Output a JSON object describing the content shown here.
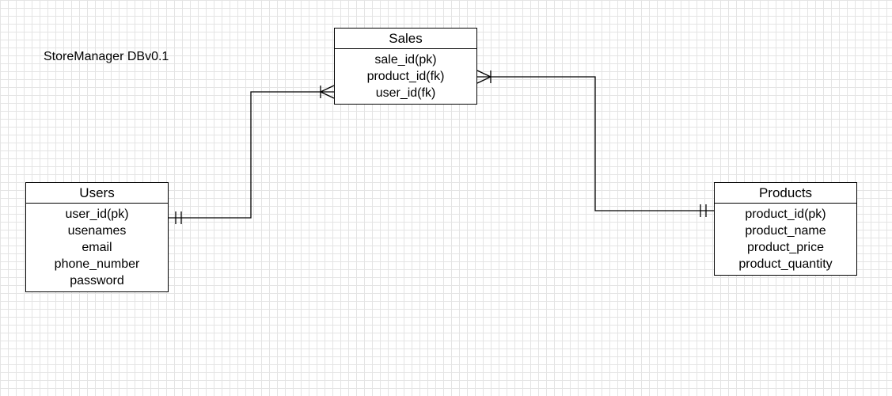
{
  "diagram": {
    "title": "StoreManager DBv0.1"
  },
  "entities": {
    "sales": {
      "name": "Sales",
      "attributes": [
        "sale_id(pk)",
        "product_id(fk)",
        "user_id(fk)"
      ]
    },
    "users": {
      "name": "Users",
      "attributes": [
        "user_id(pk)",
        "usenames",
        "email",
        "phone_number",
        "password"
      ]
    },
    "products": {
      "name": "Products",
      "attributes": [
        "product_id(pk)",
        "product_name",
        "product_price",
        "product_quantity"
      ]
    }
  },
  "relationships": [
    {
      "from": "users",
      "from_cardinality": "one-and-only-one",
      "to": "sales",
      "to_cardinality": "one-or-many"
    },
    {
      "from": "products",
      "from_cardinality": "one-and-only-one",
      "to": "sales",
      "to_cardinality": "one-or-many"
    }
  ],
  "colors": {
    "line": "#000000",
    "grid": "#e4e4e4",
    "background": "#ffffff"
  }
}
